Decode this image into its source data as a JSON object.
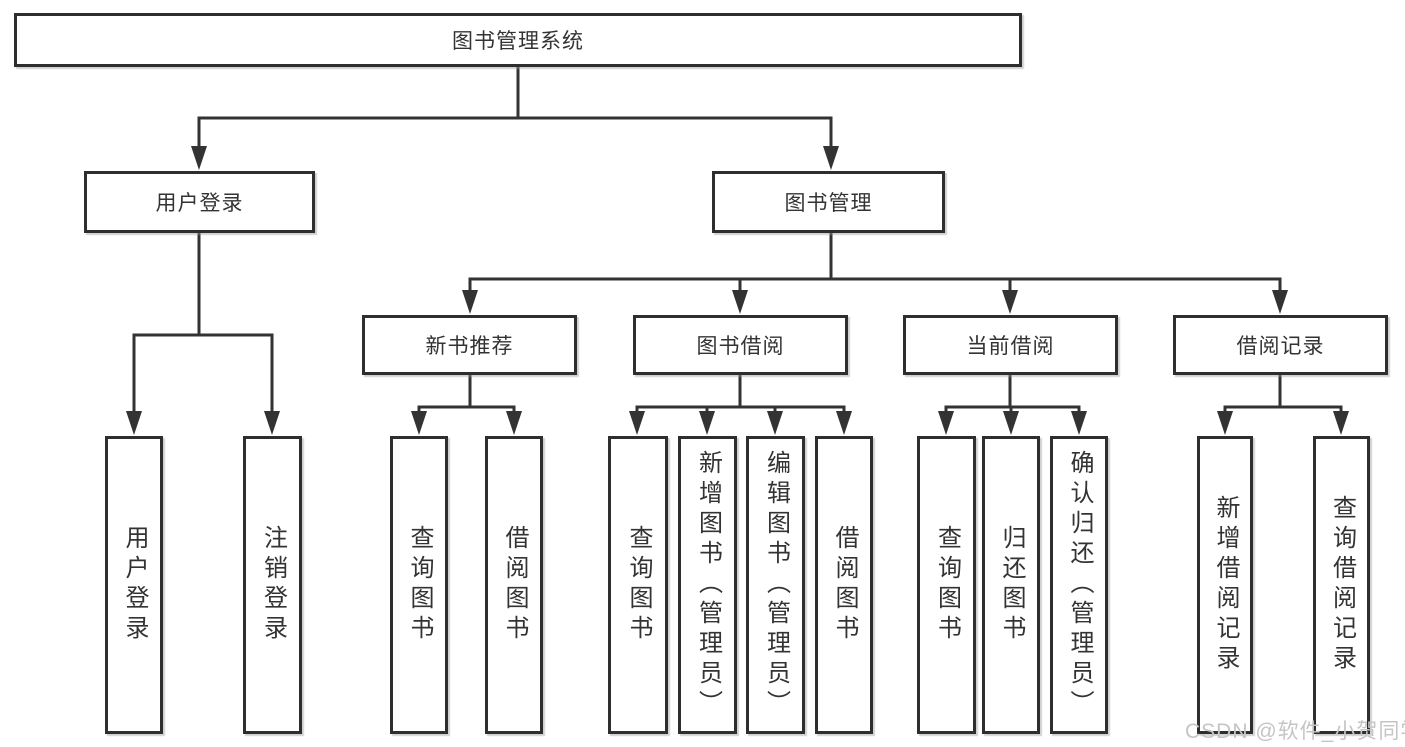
{
  "diagram_title": "图书管理系统",
  "nodes": {
    "root": {
      "label": "图书管理系统"
    },
    "user_login": {
      "label": "用户登录",
      "children": [
        {
          "label": "用户登录"
        },
        {
          "label": "注销登录"
        }
      ]
    },
    "book_management": {
      "label": "图书管理",
      "children": [
        {
          "label": "新书推荐",
          "children": [
            {
              "label": "查询图书"
            },
            {
              "label": "借阅图书"
            }
          ]
        },
        {
          "label": "图书借阅",
          "children": [
            {
              "label": "查询图书"
            },
            {
              "label": "新增图书（管理员）"
            },
            {
              "label": "编辑图书（管理员）"
            },
            {
              "label": "借阅图书"
            }
          ]
        },
        {
          "label": "当前借阅",
          "children": [
            {
              "label": "查询图书"
            },
            {
              "label": "归还图书"
            },
            {
              "label": "确认归还（管理员）"
            }
          ]
        },
        {
          "label": "借阅记录",
          "children": [
            {
              "label": "新增借阅记录"
            },
            {
              "label": "查询借阅记录"
            }
          ]
        }
      ]
    }
  },
  "watermark": "CSDN @软件_小贺同学",
  "colors": {
    "line": "#333333",
    "box_border": "#2e2e2e",
    "text": "#333333",
    "watermark": "#c7c4c5",
    "background": "#ffffff"
  }
}
